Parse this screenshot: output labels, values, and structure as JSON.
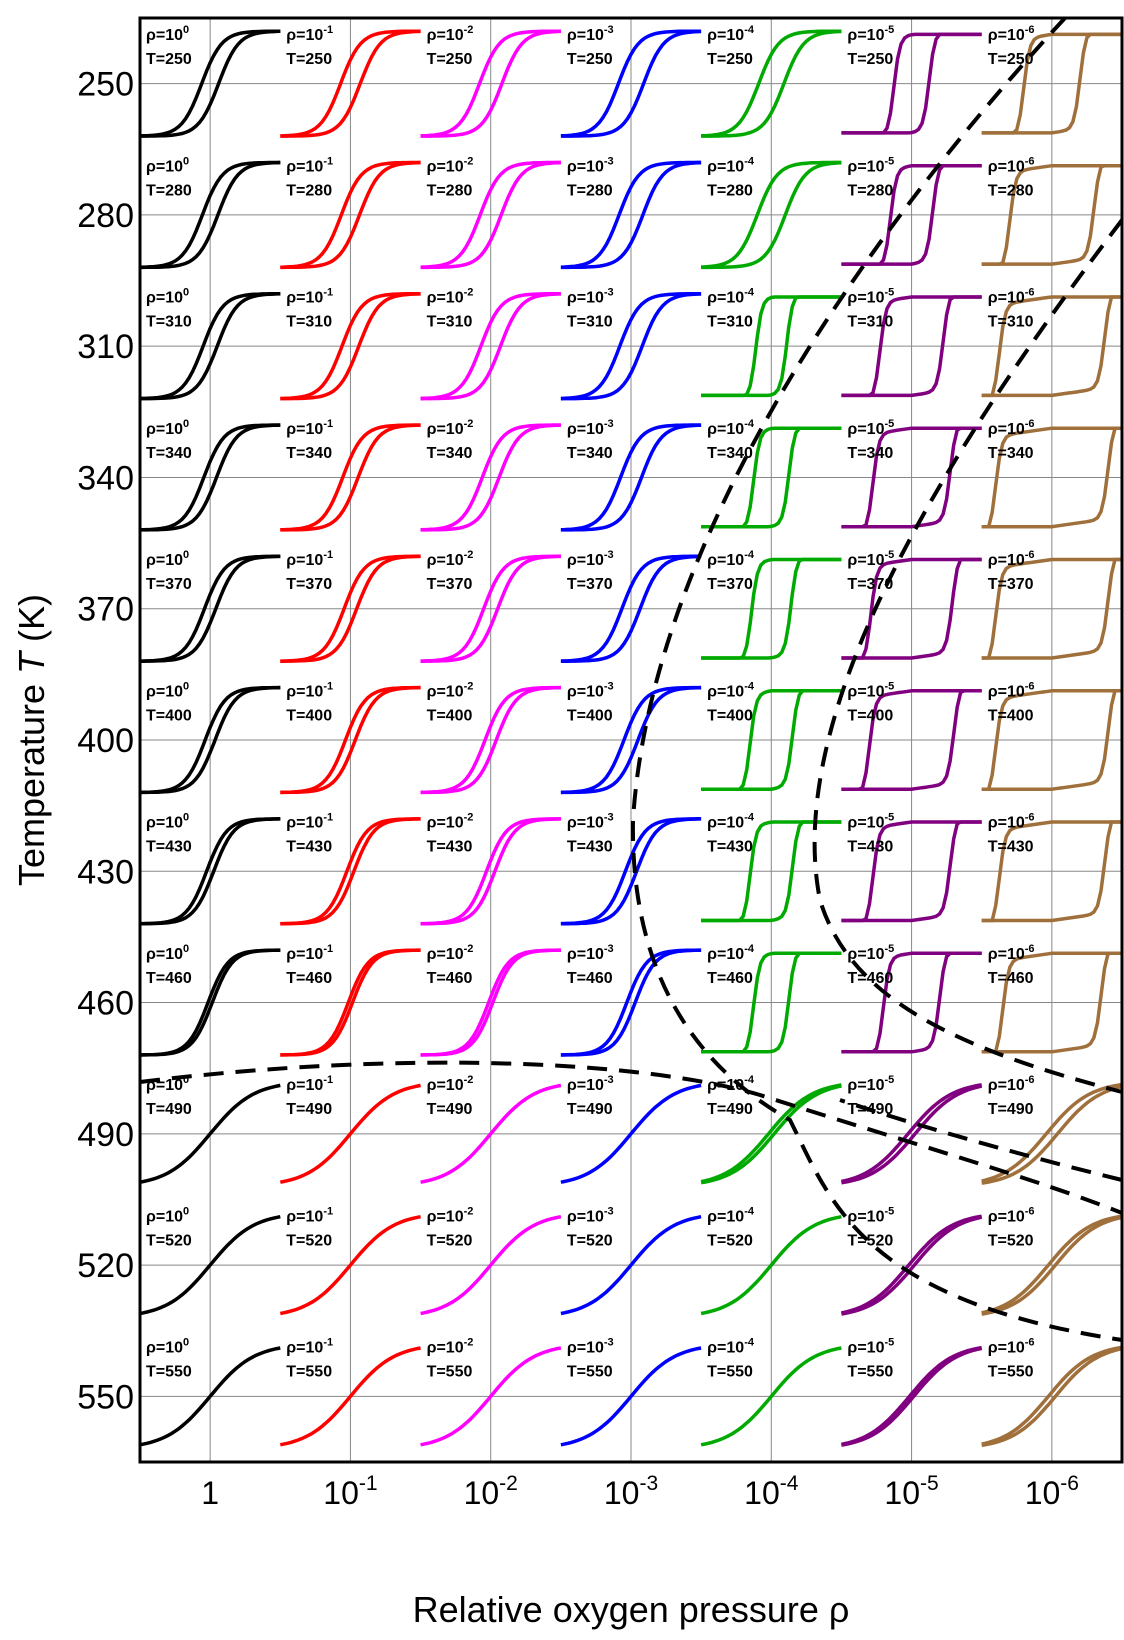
{
  "chart_data": {
    "type": "line",
    "title": "",
    "xlabel": "Relative oxygen pressure ρ",
    "ylabel_prefix": "Temperature ",
    "ylabel_var": "T",
    "ylabel_unit": " (K)",
    "x_tick_labels": [
      {
        "base": "1",
        "exp": ""
      },
      {
        "base": "10",
        "exp": "-1"
      },
      {
        "base": "10",
        "exp": "-2"
      },
      {
        "base": "10",
        "exp": "-3"
      },
      {
        "base": "10",
        "exp": "-4"
      },
      {
        "base": "10",
        "exp": "-5"
      },
      {
        "base": "10",
        "exp": "-6"
      }
    ],
    "pressure_exponents": [
      0,
      -1,
      -2,
      -3,
      -4,
      -5,
      -6
    ],
    "temperatures": [
      250,
      280,
      310,
      340,
      370,
      400,
      430,
      460,
      490,
      520,
      550
    ],
    "series": [
      {
        "pressure": "10^0",
        "color": "#000000"
      },
      {
        "pressure": "10^-1",
        "color": "#ff0000"
      },
      {
        "pressure": "10^-2",
        "color": "#ff00ff"
      },
      {
        "pressure": "10^-3",
        "color": "#0000ff"
      },
      {
        "pressure": "10^-4",
        "color": "#00aa00"
      },
      {
        "pressure": "10^-5",
        "color": "#800080"
      },
      {
        "pressure": "10^-6",
        "color": "#a0703c"
      }
    ],
    "cell_label_rho": "ρ=10",
    "cell_label_T": "T=",
    "boundary_style": "dashed black",
    "grid": true
  }
}
